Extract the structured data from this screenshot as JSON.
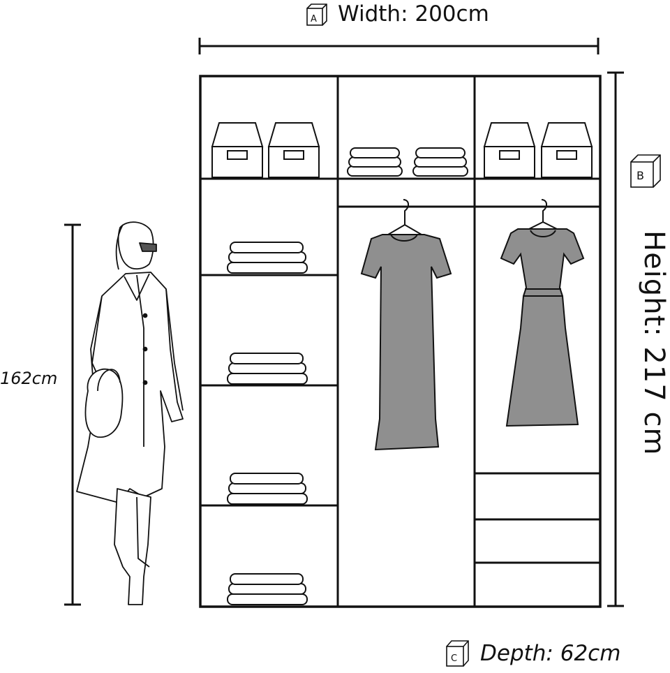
{
  "dimensions": {
    "width": {
      "marker": "A",
      "label": "Width: 200cm"
    },
    "height": {
      "marker": "B",
      "label": "Height: 217 cm"
    },
    "depth": {
      "marker": "C",
      "label": "Depth: 62cm"
    },
    "person_height": {
      "label": "162cm"
    }
  },
  "colors": {
    "line": "#111111",
    "garment_fill": "#8f8f8f",
    "background": "#ffffff"
  }
}
